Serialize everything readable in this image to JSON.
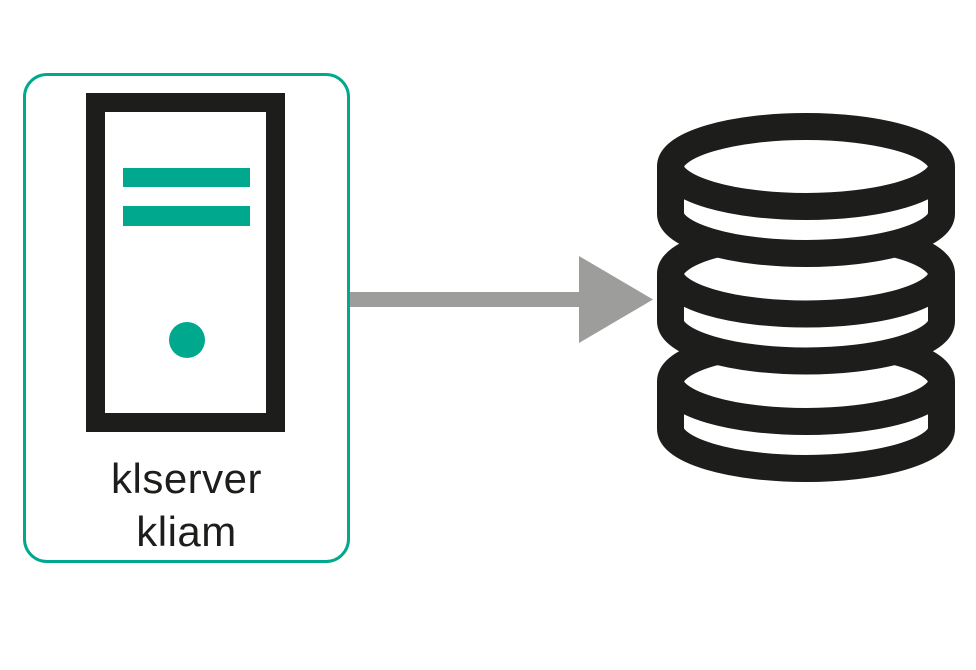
{
  "diagram": {
    "node": {
      "labels": [
        "klserver",
        "kliam"
      ],
      "icon": "server-tower-icon"
    },
    "target": {
      "icon": "database-icon"
    },
    "connector": {
      "type": "arrow",
      "direction": "right"
    },
    "colors": {
      "teal": "#00A88E",
      "black": "#1D1D1B",
      "gray": "#9D9D9C",
      "background": "#FFFFFF"
    }
  }
}
